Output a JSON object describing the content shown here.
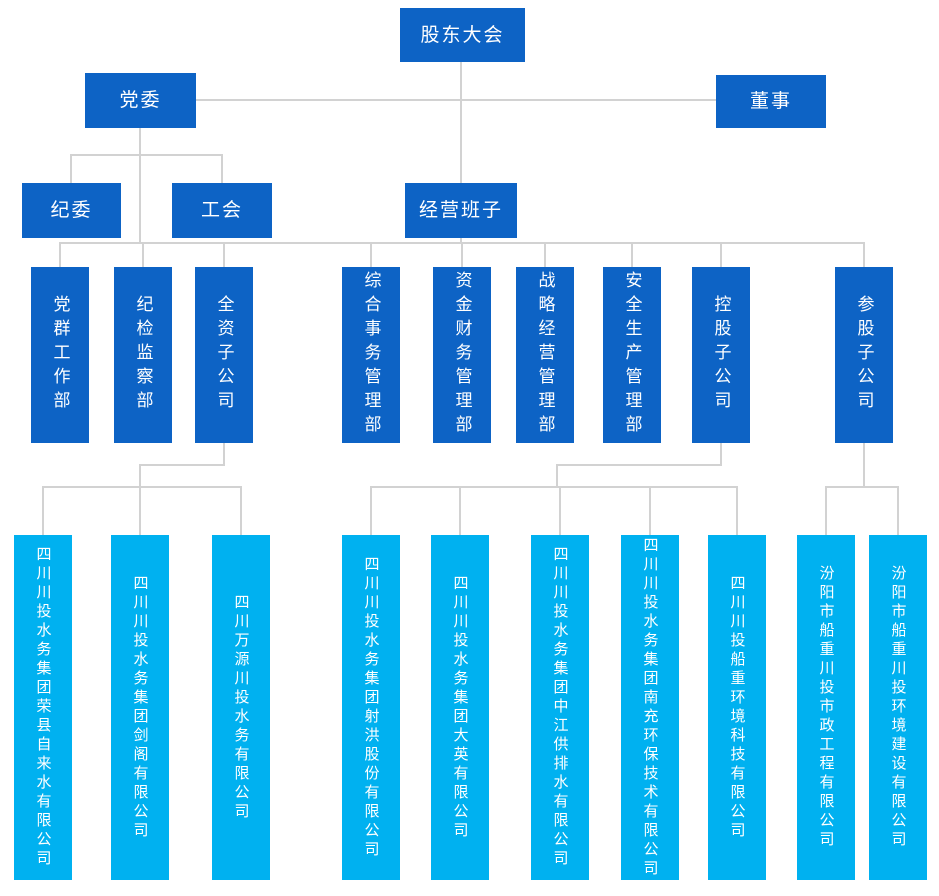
{
  "chart": {
    "root": {
      "label": "股东大会"
    },
    "row2": [
      {
        "label": "党委"
      },
      {
        "label": "董事"
      }
    ],
    "row3": [
      {
        "label": "纪委"
      },
      {
        "label": "工会"
      },
      {
        "label": "经营班子"
      }
    ],
    "departments": [
      {
        "label": "党群工作部"
      },
      {
        "label": "纪检监察部"
      },
      {
        "label": "全资子公司"
      },
      {
        "label": "综合事务管理部"
      },
      {
        "label": "资金财务管理部"
      },
      {
        "label": "战略经营管理部"
      },
      {
        "label": "安全生产管理部"
      },
      {
        "label": "控股子公司"
      },
      {
        "label": "参股子公司"
      }
    ],
    "companies": [
      {
        "label": "四川川投水务集团荣县自来水有限公司"
      },
      {
        "label": "四川川投水务集团剑阁有限公司"
      },
      {
        "label": "四川万源川投水务有限公司"
      },
      {
        "label": "四川川投水务集团射洪股份有限公司"
      },
      {
        "label": "四川川投水务集团大英有限公司"
      },
      {
        "label": "四川川投水务集团中江供排水有限公司"
      },
      {
        "label": "四川川投水务集团南充环保技术有限公司"
      },
      {
        "label": "四川川投船重环境科技有限公司"
      },
      {
        "label": "汾阳市船重川投市政工程有限公司"
      },
      {
        "label": "汾阳市船重川投环境建设有限公司"
      }
    ]
  },
  "colors": {
    "primary": "#0d63c5",
    "secondary": "#00b1f0",
    "line": "#d2d2d2",
    "text": "#ffffff"
  }
}
